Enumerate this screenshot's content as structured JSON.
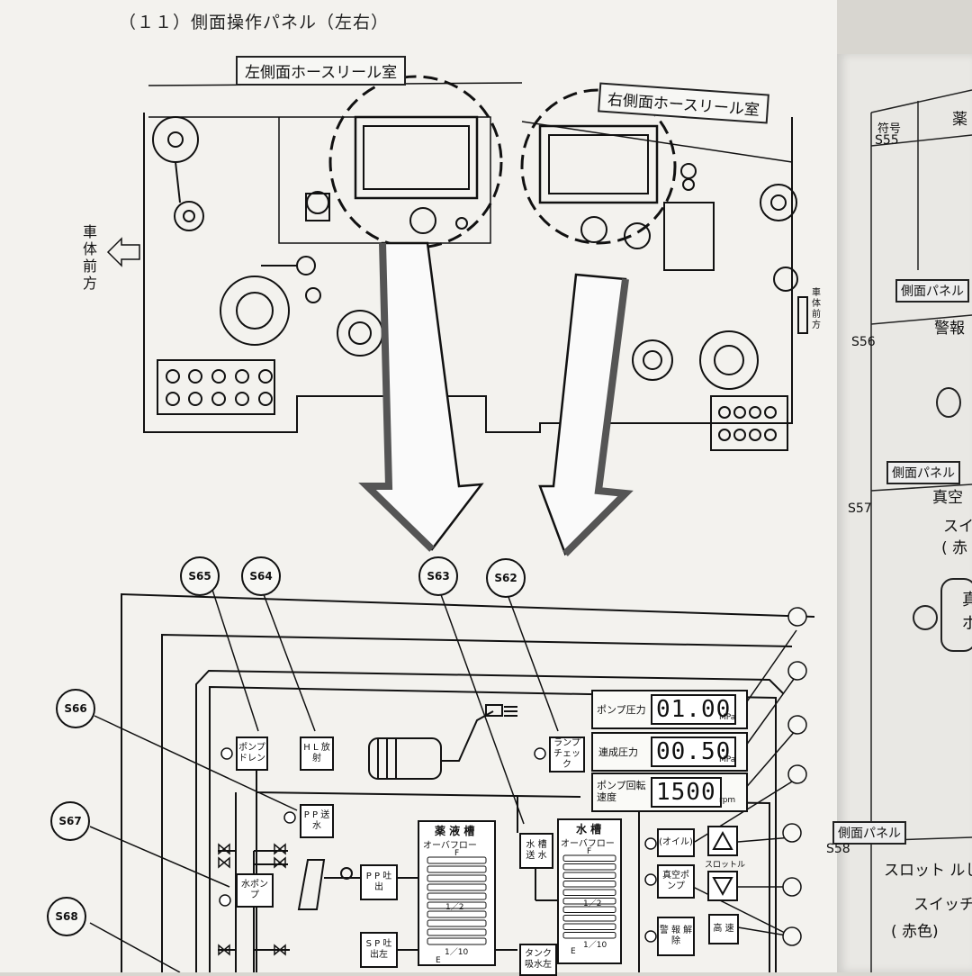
{
  "heading": "（１１）側面操作パネル（左右）",
  "labels": {
    "left_room": "左側面ホースリール室",
    "right_room": "右側面ホースリール室",
    "vehicle_front_left": "車体前方",
    "vehicle_front_right": "車体前方"
  },
  "callouts": [
    "S65",
    "S64",
    "S63",
    "S62",
    "S66",
    "S67",
    "S68"
  ],
  "readouts": [
    {
      "label": "ポンプ圧力",
      "value": "01.00",
      "unit": "MPa"
    },
    {
      "label": "連成圧力",
      "value": "00.50",
      "unit": "MPa"
    },
    {
      "label": "ポンプ回転速度",
      "value": "1500",
      "unit": "rpm"
    }
  ],
  "switches": {
    "pump_drain": "ポンプドレン",
    "hl": "H L 放 射",
    "lamp_check": "ランプチェック",
    "pp_water": "P P 送 水",
    "water_pump": "水ポンプ",
    "pp_out": "P P 吐 出",
    "sp_out_left": "S P 吐出左",
    "water_tank_send": "水 槽 送 水",
    "tank_intake": "タンク吸水左",
    "oil": "(オイル)",
    "vacuum_pump": "真空ポンプ",
    "alarm_release": "警 報 解 除",
    "high_speed": "高 速",
    "throttle": "スロットル"
  },
  "tanks": {
    "chemical": {
      "title": "薬 液 槽",
      "overflow": "オーバフロー",
      "f": "F",
      "half": "1／2",
      "tenth": "1／10",
      "e": "E"
    },
    "water": {
      "title": "水 槽",
      "overflow": "オーバフロー",
      "f": "F",
      "half": "1／2",
      "tenth": "1／10",
      "e": "E"
    }
  },
  "right_page": {
    "header": "符号",
    "header2": "薬",
    "s55": "S55",
    "tab1": "側面パネル",
    "s56": "S56",
    "s56_text": "警報",
    "tab2": "側面パネル",
    "s57": "S57",
    "s57_text1": "真空",
    "s57_text2": "スイ",
    "s57_text3": "( 赤",
    "s57_box": "真 ポ",
    "tab3": "側面パネル",
    "s58": "S58",
    "s58_text1": "スロット ルし",
    "s58_text2": "スイッチ",
    "s58_text3": "( 赤色)"
  }
}
